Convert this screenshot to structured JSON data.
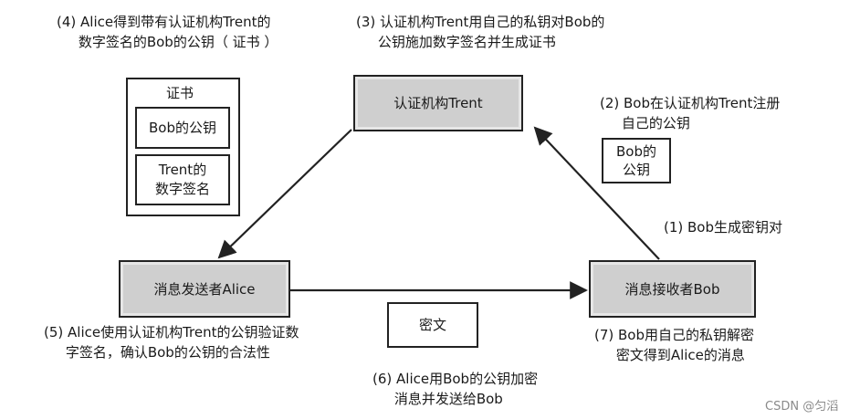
{
  "nodes": {
    "ca": "认证机构Trent",
    "alice": "消息发送者Alice",
    "bob": "消息接收者Bob",
    "ciphertext": "密文"
  },
  "certificate": {
    "title": "证书",
    "public_key": "Bob的公钥",
    "signature": "Trent的\n数字签名"
  },
  "bob_key_box": "Bob的\n公钥",
  "steps": {
    "s1": "(1) Bob生成密钥对",
    "s2": "(2) Bob在认证机构Trent注册\n     自己的公钥",
    "s3": "(3) 认证机构Trent用自己的私钥对Bob的\n     公钥施加数字签名并生成证书",
    "s4": "(4) Alice得到带有认证机构Trent的\n     数字签名的Bob的公钥（ 证书 ）",
    "s5": "(5) Alice使用认证机构Trent的公钥验证数\n     字签名，确认Bob的公钥的合法性",
    "s6": "(6) Alice用Bob的公钥加密\n     消息并发送给Bob",
    "s7": "(7) Bob用自己的私钥解密\n     密文得到Alice的消息"
  },
  "watermark": "CSDN @匀滔"
}
